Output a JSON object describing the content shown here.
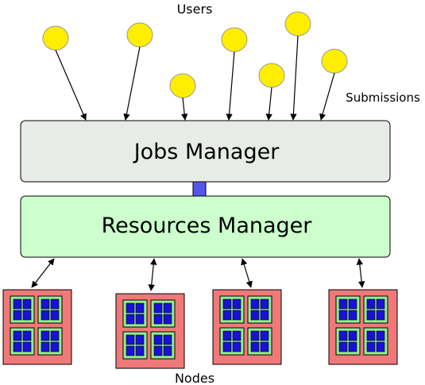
{
  "labels": {
    "users": "Users",
    "submissions": "Submissions",
    "nodes": "Nodes",
    "jobs_manager": "Jobs Manager",
    "resources_manager": "Resources Manager"
  },
  "colors": {
    "user": "#ffee00",
    "jobs_manager_fill": "#e8ece6",
    "resources_manager_fill": "#ccffcc",
    "connector": "#5555ee",
    "node_outer": "#f07878",
    "node_inner": "#90ee90",
    "node_core": "#1a10d8"
  },
  "counts": {
    "users": 7,
    "nodes": 4
  }
}
